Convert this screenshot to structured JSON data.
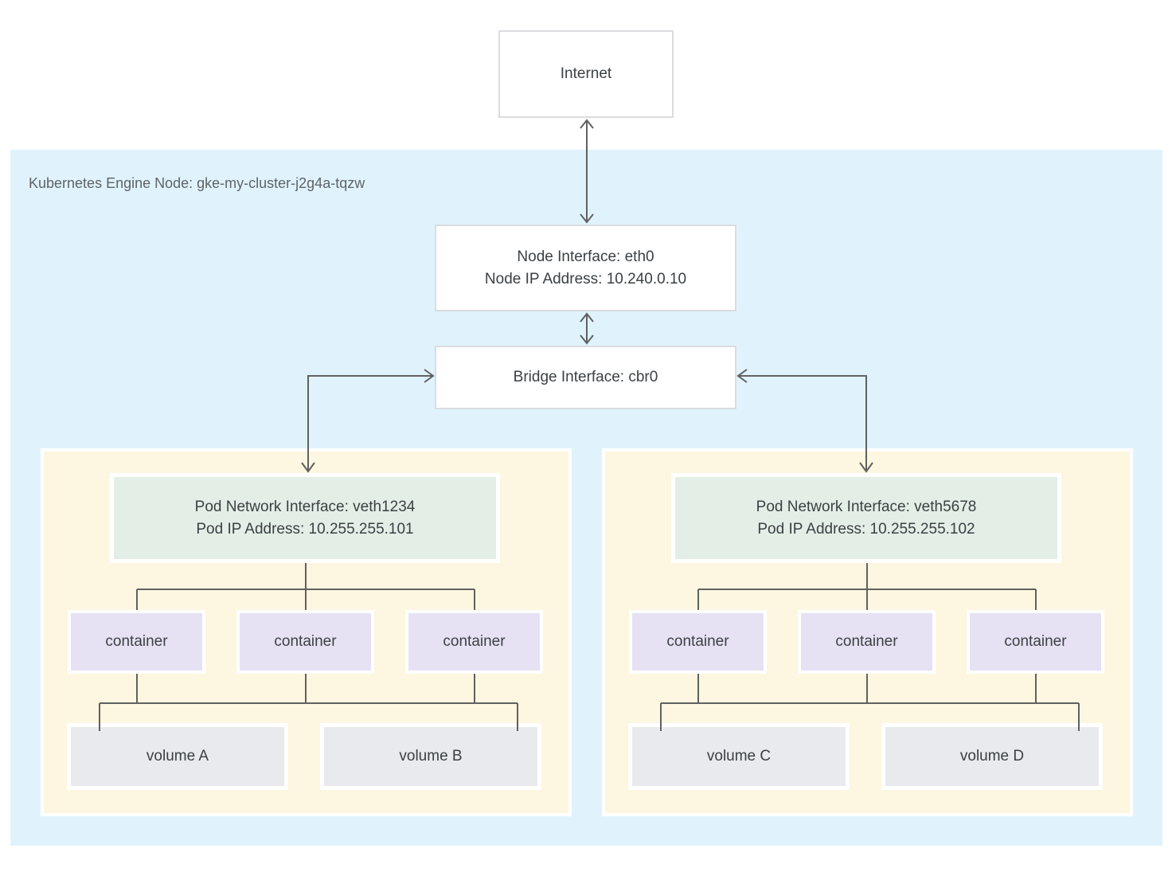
{
  "diagram": {
    "internet_label": "Internet",
    "node_region_label": "Kubernetes Engine Node: gke-my-cluster-j2g4a-tqzw",
    "node_interface": {
      "line1": "Node Interface: eth0",
      "line2": "Node IP Address: 10.240.0.10"
    },
    "bridge_interface": {
      "label": "Bridge Interface: cbr0"
    },
    "pods": [
      {
        "interface": {
          "line1": "Pod Network Interface: veth1234",
          "line2": "Pod IP Address: 10.255.255.101"
        },
        "containers": [
          "container",
          "container",
          "container"
        ],
        "volumes": [
          "volume A",
          "volume B"
        ]
      },
      {
        "interface": {
          "line1": "Pod Network Interface: veth5678",
          "line2": "Pod IP Address: 10.255.255.102"
        },
        "containers": [
          "container",
          "container",
          "container"
        ],
        "volumes": [
          "volume C",
          "volume D"
        ]
      }
    ],
    "colors": {
      "node_region_bg": "#e0f3fd",
      "pod_bg": "#fdf6e0",
      "pod_interface_bg": "#e3eee7",
      "container_bg": "#e6e2f4",
      "volume_bg": "#e8eaed",
      "line": "#616161",
      "white_box_border": "#dadce0",
      "text": "#3c4043",
      "region_label_text": "#5f6368"
    }
  }
}
